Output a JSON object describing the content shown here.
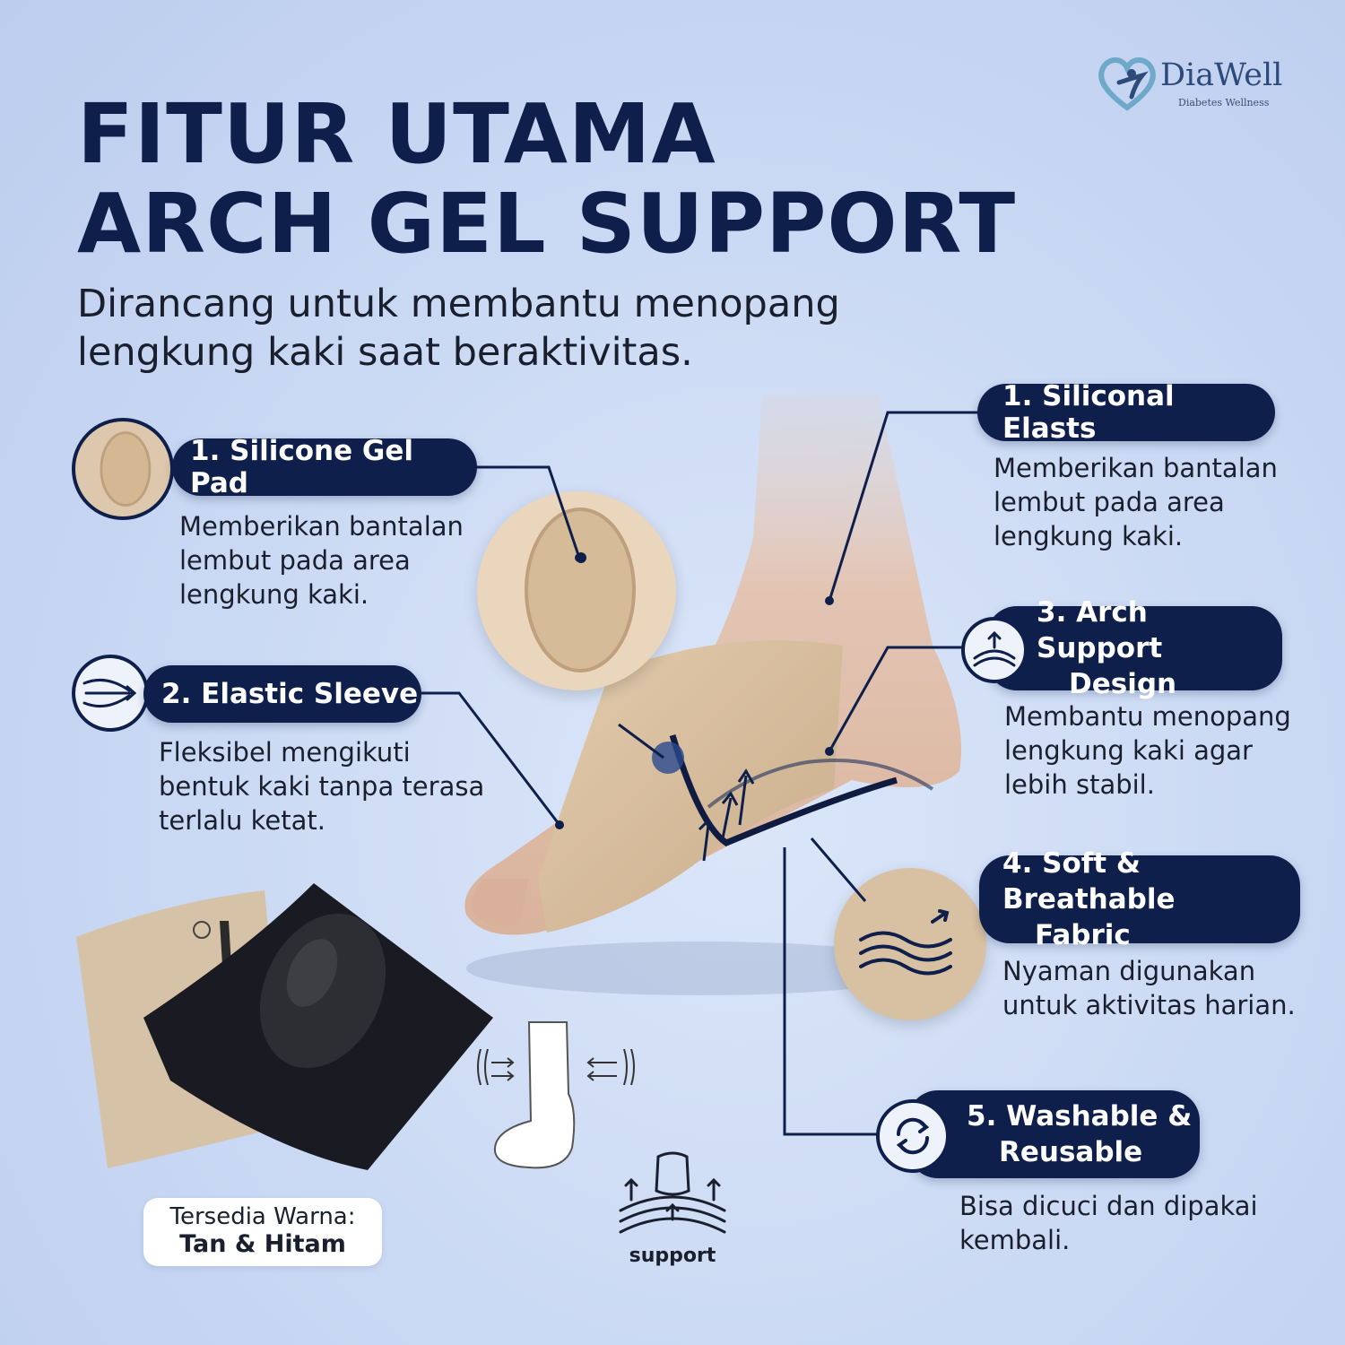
{
  "brand": {
    "name": "DiaWell",
    "tagline": "Diabetes Wellness"
  },
  "header": {
    "title_line1": "FITUR UTAMA",
    "title_line2": "ARCH GEL SUPPORT",
    "subtitle": "Dirancang untuk membantu menopang lengkung kaki saat beraktivitas."
  },
  "features_left": [
    {
      "label": "1. Silicone Gel Pad",
      "description": "Memberikan bantalan\nlembut pada area\nlengkung kaki.",
      "icon": "gel-pad-icon"
    },
    {
      "label": "2. Elastic Sleeve",
      "description": "Fleksibel mengikuti\nbentuk kaki tanpa terasa\nterlalu ketat.",
      "icon": "stretch-arrows-icon"
    }
  ],
  "features_right": [
    {
      "label": "1. Siliconal Elasts",
      "description": "Memberikan bantalan\nlembut pada area\nlengkung kaki."
    },
    {
      "label_line1": "3. Arch Support",
      "label_line2": "Design",
      "description": "Membantu menopang\nlengkung kaki agar\nlebih stabil.",
      "icon": "arch-up-icon"
    },
    {
      "label_line1": "4. Soft & Breathable",
      "label_line2": "Fabric",
      "description": "Nyaman digunakan\nuntuk aktivitas harian.",
      "icon": "airflow-icon"
    },
    {
      "label_line1": "5. Washable &",
      "label_line2": "Reusable",
      "description": "Bisa dicuci dan dipakai\nkembali.",
      "icon": "refresh-icon"
    }
  ],
  "colors_badge": {
    "line1": "Tersedia Warna:",
    "line2": "Tan & Hitam"
  },
  "support_icon_label": "support",
  "colors": {
    "navy": "#0f1f4b",
    "tan": "#d8c0a2",
    "background": "#c9d8f3"
  }
}
